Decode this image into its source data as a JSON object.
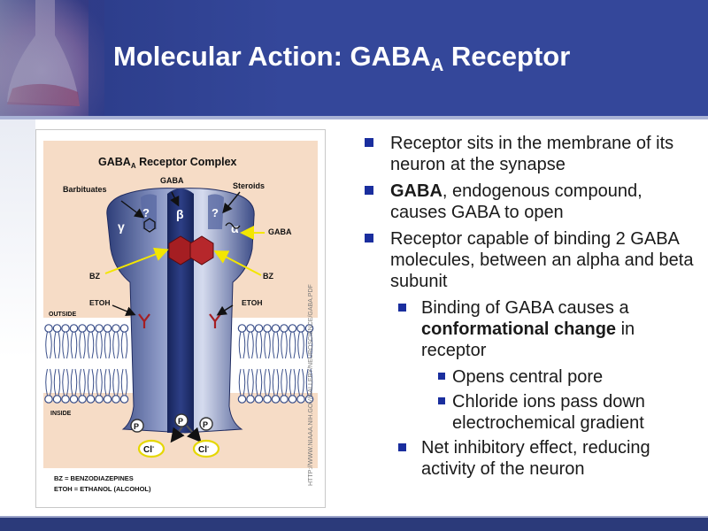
{
  "slide": {
    "title": "Molecular Action: GABA",
    "title_sub": "A",
    "title_tail": " Receptor",
    "colors": {
      "header": "#34479a",
      "bullet": "#1a2e9e",
      "figure_bg": "#f6dcc6",
      "receptor": "#4a5a92",
      "pore": "#1f2f6e",
      "gaba_site": "#a51e22",
      "membrane": "#3a4f8a"
    }
  },
  "figure": {
    "title": "GABA",
    "title_sub": "A",
    "title_tail": " Receptor Complex",
    "labels": {
      "barbituates": "Barbituates",
      "gaba_top": "GABA",
      "steroids": "Steroids",
      "gamma": "γ",
      "beta": "β",
      "alpha": "α",
      "q1": "?",
      "q2": "?",
      "gaba_right": "GABA",
      "bz_left": "BZ",
      "bz_right": "BZ",
      "etoh_left": "ETOH",
      "etoh_right": "ETOH",
      "outside": "OUTSIDE",
      "inside": "INSIDE",
      "p": "P",
      "cl": "Cl",
      "cl_sup": "-",
      "side_url": "HTTP://WWW.NIAAA.NIH.GOV/GALLERY/NEUROSCIENCE/GABA.PDF",
      "legend1": "BZ = BENZODIAZEPINES",
      "legend2": "ETOH = ETHANOL (ALCOHOL)"
    },
    "icons": [
      "hexagon-ligand-icon",
      "wave-ligand-icon",
      "y-shaped-binding-site-icon",
      "chloride-ion-icon",
      "phosphate-icon"
    ]
  },
  "bullets": {
    "b1": "Receptor sits in the membrane of its neuron at the synapse",
    "b2_bold": "GABA",
    "b2_rest": ", endogenous compound, causes GABA to open",
    "b3": "Receptor capable of binding 2 GABA molecules, between an alpha and beta subunit",
    "b4_pre": "Binding of GABA causes a ",
    "b4_bold": "conformational change",
    "b4_post": " in receptor",
    "b5": "Opens central pore",
    "b6": "Chloride ions pass down electrochemical gradient",
    "b7": "Net inhibitory effect, reducing activity of the neuron"
  }
}
